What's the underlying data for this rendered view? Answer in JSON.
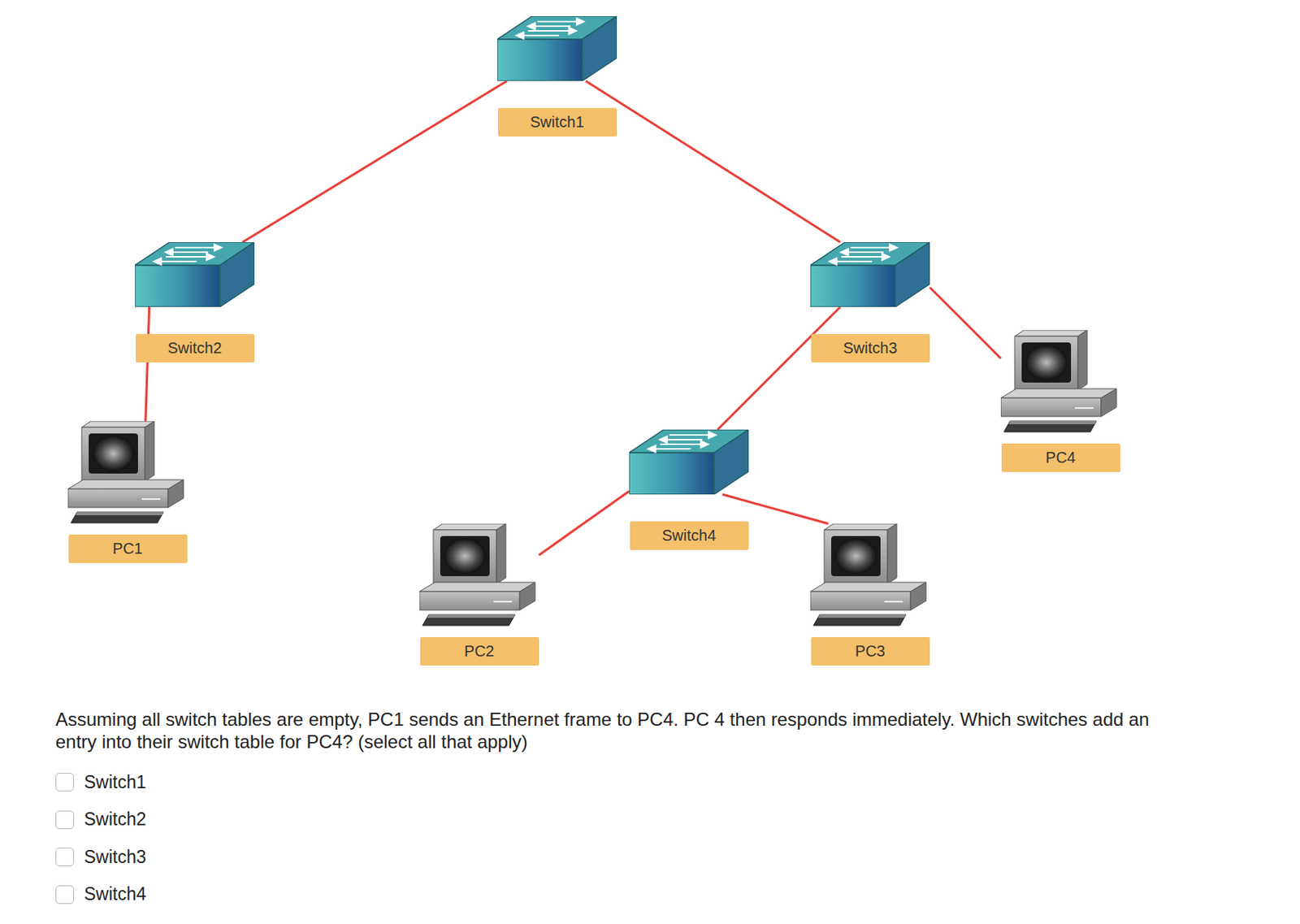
{
  "diagram": {
    "nodes": [
      {
        "text": [
          "Switch1"
        ]
      },
      {
        "text": [
          "Switch2"
        ]
      },
      {
        "text": [
          "Switch3"
        ]
      },
      {
        "text": [
          "PC4"
        ]
      },
      {
        "text": [
          "PC1"
        ]
      },
      {
        "text": [
          "Switch4"
        ]
      },
      {
        "text": [
          "PC2"
        ]
      },
      {
        "text": [
          "PC3"
        ]
      }
    ],
    "edges": [
      {
        "from": 0,
        "to": 1,
        "arrow": "none"
      },
      {
        "from": 0,
        "to": 2,
        "arrow": "none"
      },
      {
        "from": 1,
        "to": 4,
        "arrow": "none"
      },
      {
        "from": 2,
        "to": 3,
        "arrow": "none"
      },
      {
        "from": 2,
        "to": 5,
        "arrow": "none"
      },
      {
        "from": 5,
        "to": 6,
        "arrow": "none"
      },
      {
        "from": 5,
        "to": 7,
        "arrow": "none"
      }
    ],
    "labels": [
      "Assuming all switch tables are empty, PC1 sends an Ethernet frame to PC4. PC 4 then responds immediately. Which switches add an entry into their switch table for PC4? (select all that apply)",
      "Switch1",
      "Switch2",
      "Switch3",
      "Switch4"
    ]
  }
}
